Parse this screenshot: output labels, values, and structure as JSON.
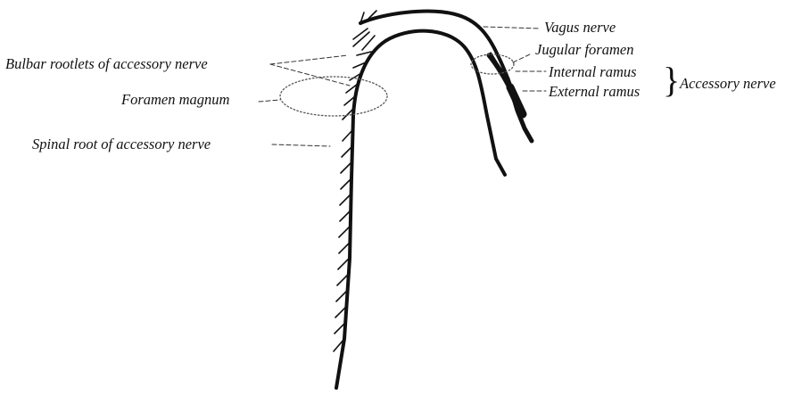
{
  "labels": {
    "vagus_nerve": "Vagus nerve",
    "jugular_foramen": "Jugular foramen",
    "internal_ramus": "Internal ramus",
    "external_ramus": "External ramus",
    "accessory_nerve": "Accessory nerve",
    "bulbar_rootlets": "Bulbar rootlets of accessory nerve",
    "foramen_magnum": "Foramen magnum",
    "spinal_root": "Spinal root of accessory nerve"
  },
  "brace_glyph": "}",
  "colors": {
    "ink": "#111111",
    "background": "#ffffff"
  }
}
